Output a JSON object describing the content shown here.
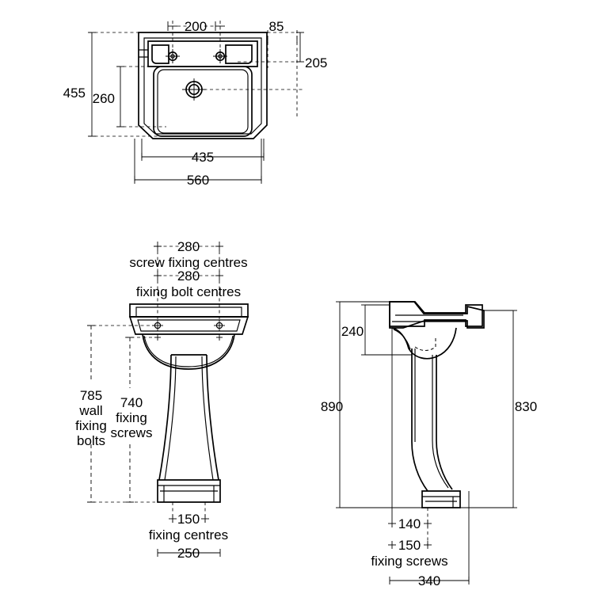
{
  "drawing": {
    "title": "Basin and pedestal dimensioned technical drawing",
    "units": "mm",
    "line_color": "#000000",
    "background_color": "#ffffff"
  },
  "views": {
    "plan": {
      "name": "basin-plan-view",
      "dimensions": {
        "tap_hole_centres": "200",
        "rear_offset": "85",
        "rear_depth": "205",
        "overall_depth": "455",
        "bowl_depth": "260",
        "bowl_width": "435",
        "overall_width": "560"
      }
    },
    "front": {
      "name": "basin-pedestal-front-view",
      "dimensions": {
        "screw_fixing_centres_value": "280",
        "screw_fixing_centres_label": "screw fixing centres",
        "fixing_bolt_centres_value": "280",
        "fixing_bolt_centres_label": "fixing bolt centres",
        "wall_fixing_bolts_value": "785",
        "wall_fixing_bolts_label_1": "wall",
        "wall_fixing_bolts_label_2": "fixing",
        "wall_fixing_bolts_label_3": "bolts",
        "fixing_screws_value": "740",
        "fixing_screws_label_1": "fixing",
        "fixing_screws_label_2": "screws",
        "base_fixing_centres_value": "150",
        "base_fixing_centres_label": "fixing centres",
        "base_width": "250"
      }
    },
    "side": {
      "name": "basin-pedestal-side-view",
      "dimensions": {
        "basin_height": "240",
        "overall_height": "890",
        "basin_top_height": "830",
        "screw_offset": "140",
        "fixing_screws_value": "150",
        "fixing_screws_label": "fixing screws",
        "projection": "340"
      }
    }
  }
}
